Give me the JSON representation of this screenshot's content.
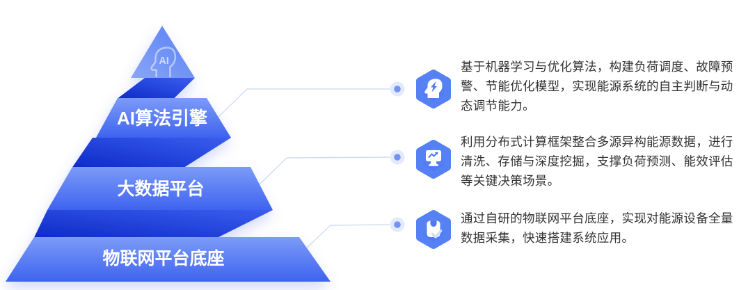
{
  "diagram": {
    "apex": {
      "icon": "ai-head-outline-icon",
      "icon_label": "AI"
    },
    "tiers": [
      {
        "id": "ai-engine",
        "label": "AI算法引擎"
      },
      {
        "id": "big-data",
        "label": "大数据平台"
      },
      {
        "id": "iot-base",
        "label": "物联网平台底座"
      }
    ],
    "rows": [
      {
        "icon": "head-lightning-icon",
        "description": "基于机器学习与优化算法，构建负荷调度、故障预警、节能优化模型，实现能源系统的自主判断与动态调节能力。"
      },
      {
        "icon": "monitor-trend-icon",
        "description": "利用分布式计算框架整合多源异构能源数据，进行清洗、存储与深度挖掘，支撑负荷预测、能效评估等关键决策场景。"
      },
      {
        "icon": "clipboard-check-icon",
        "description": "通过自研的物联网平台底座，实现对能源设备全量数据采集，快速搭建系统应用。"
      }
    ],
    "colors": {
      "band_top": "#7C9BF8",
      "band_bottom": "#3E63EF",
      "fold_dark": "#0E2BC8",
      "fold_light": "#3A5EEE",
      "hexagon": "#5380F5",
      "glyph_accent": "#4E79F3",
      "connector": "#C9D6F1",
      "dot_outer": "#E3EAFB",
      "dot_inner": "#7493F3",
      "body_text": "#333333",
      "background": "#FFFFFF"
    }
  }
}
